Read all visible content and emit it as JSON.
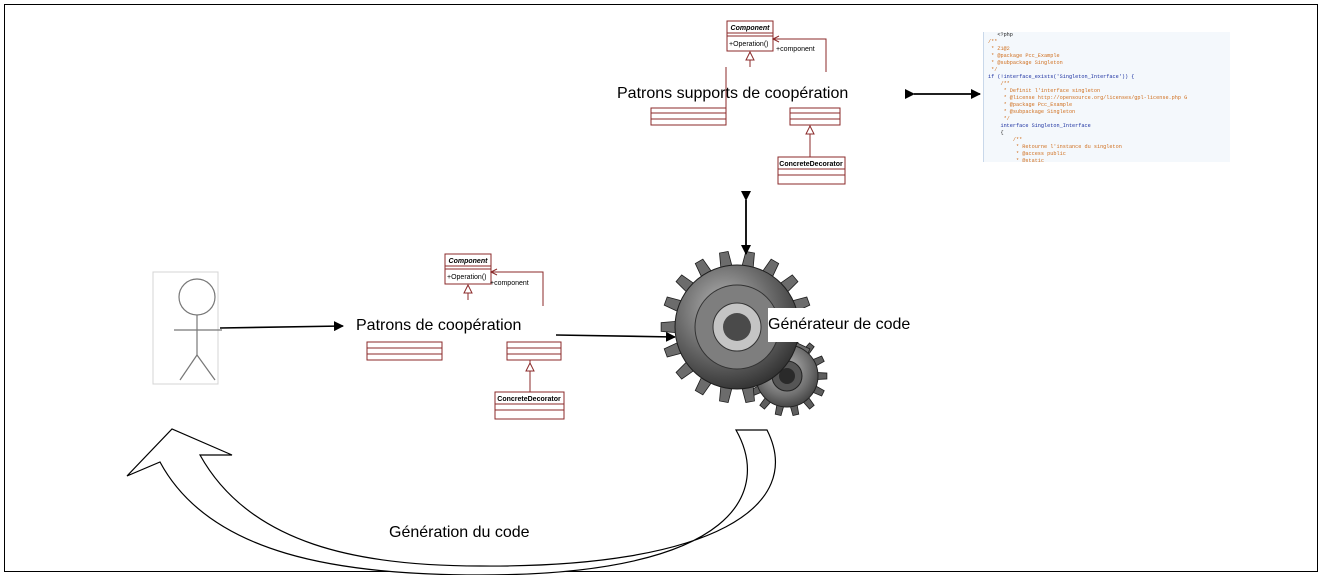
{
  "labels": {
    "support_patterns": "Patrons supports de coopération",
    "cooperation_patterns": "Patrons de coopération",
    "generator": "Générateur de code",
    "generation": "Génération du code"
  },
  "uml": {
    "component": "Component",
    "operation": "+Operation()",
    "association": "+component",
    "concrete_decorator": "ConcreteDecorator"
  },
  "code_lines": [
    {
      "text": "   <?php",
      "kind": "php"
    },
    {
      "text": "/**",
      "kind": "comment"
    },
    {
      "text": " * Z1@2",
      "kind": "comment"
    },
    {
      "text": " * @package Pcc_Example",
      "kind": "comment"
    },
    {
      "text": " * @subpackage Singleton",
      "kind": "comment"
    },
    {
      "text": " */",
      "kind": "comment"
    },
    {
      "text": "if (!interface_exists('Singleton_Interface')) {",
      "kind": "keyword"
    },
    {
      "text": "    /**",
      "kind": "comment"
    },
    {
      "text": "     * Definit l'interface singleton",
      "kind": "comment"
    },
    {
      "text": "     * @license http://opensource.org/licenses/gpl-license.php G",
      "kind": "comment"
    },
    {
      "text": "     * @package Pcc_Example",
      "kind": "comment"
    },
    {
      "text": "     * @subpackage Singleton",
      "kind": "comment"
    },
    {
      "text": "     */",
      "kind": "comment"
    },
    {
      "text": "    interface Singleton_Interface",
      "kind": "keyword"
    },
    {
      "text": "    {",
      "kind": "text"
    },
    {
      "text": "        /**",
      "kind": "comment"
    },
    {
      "text": "         * Retourne l'instance du singleton",
      "kind": "comment"
    },
    {
      "text": "         * @access public",
      "kind": "comment"
    },
    {
      "text": "         * @static",
      "kind": "comment"
    },
    {
      "text": "         */",
      "kind": "comment"
    }
  ],
  "colors": {
    "uml_line": "#8b2a2a",
    "gear_dark": "#3a3a3a",
    "gear_light": "#9a9a9a",
    "code_bg": "#f4f8fc",
    "comment": "#d07020",
    "keyword": "#1a2fa0"
  }
}
